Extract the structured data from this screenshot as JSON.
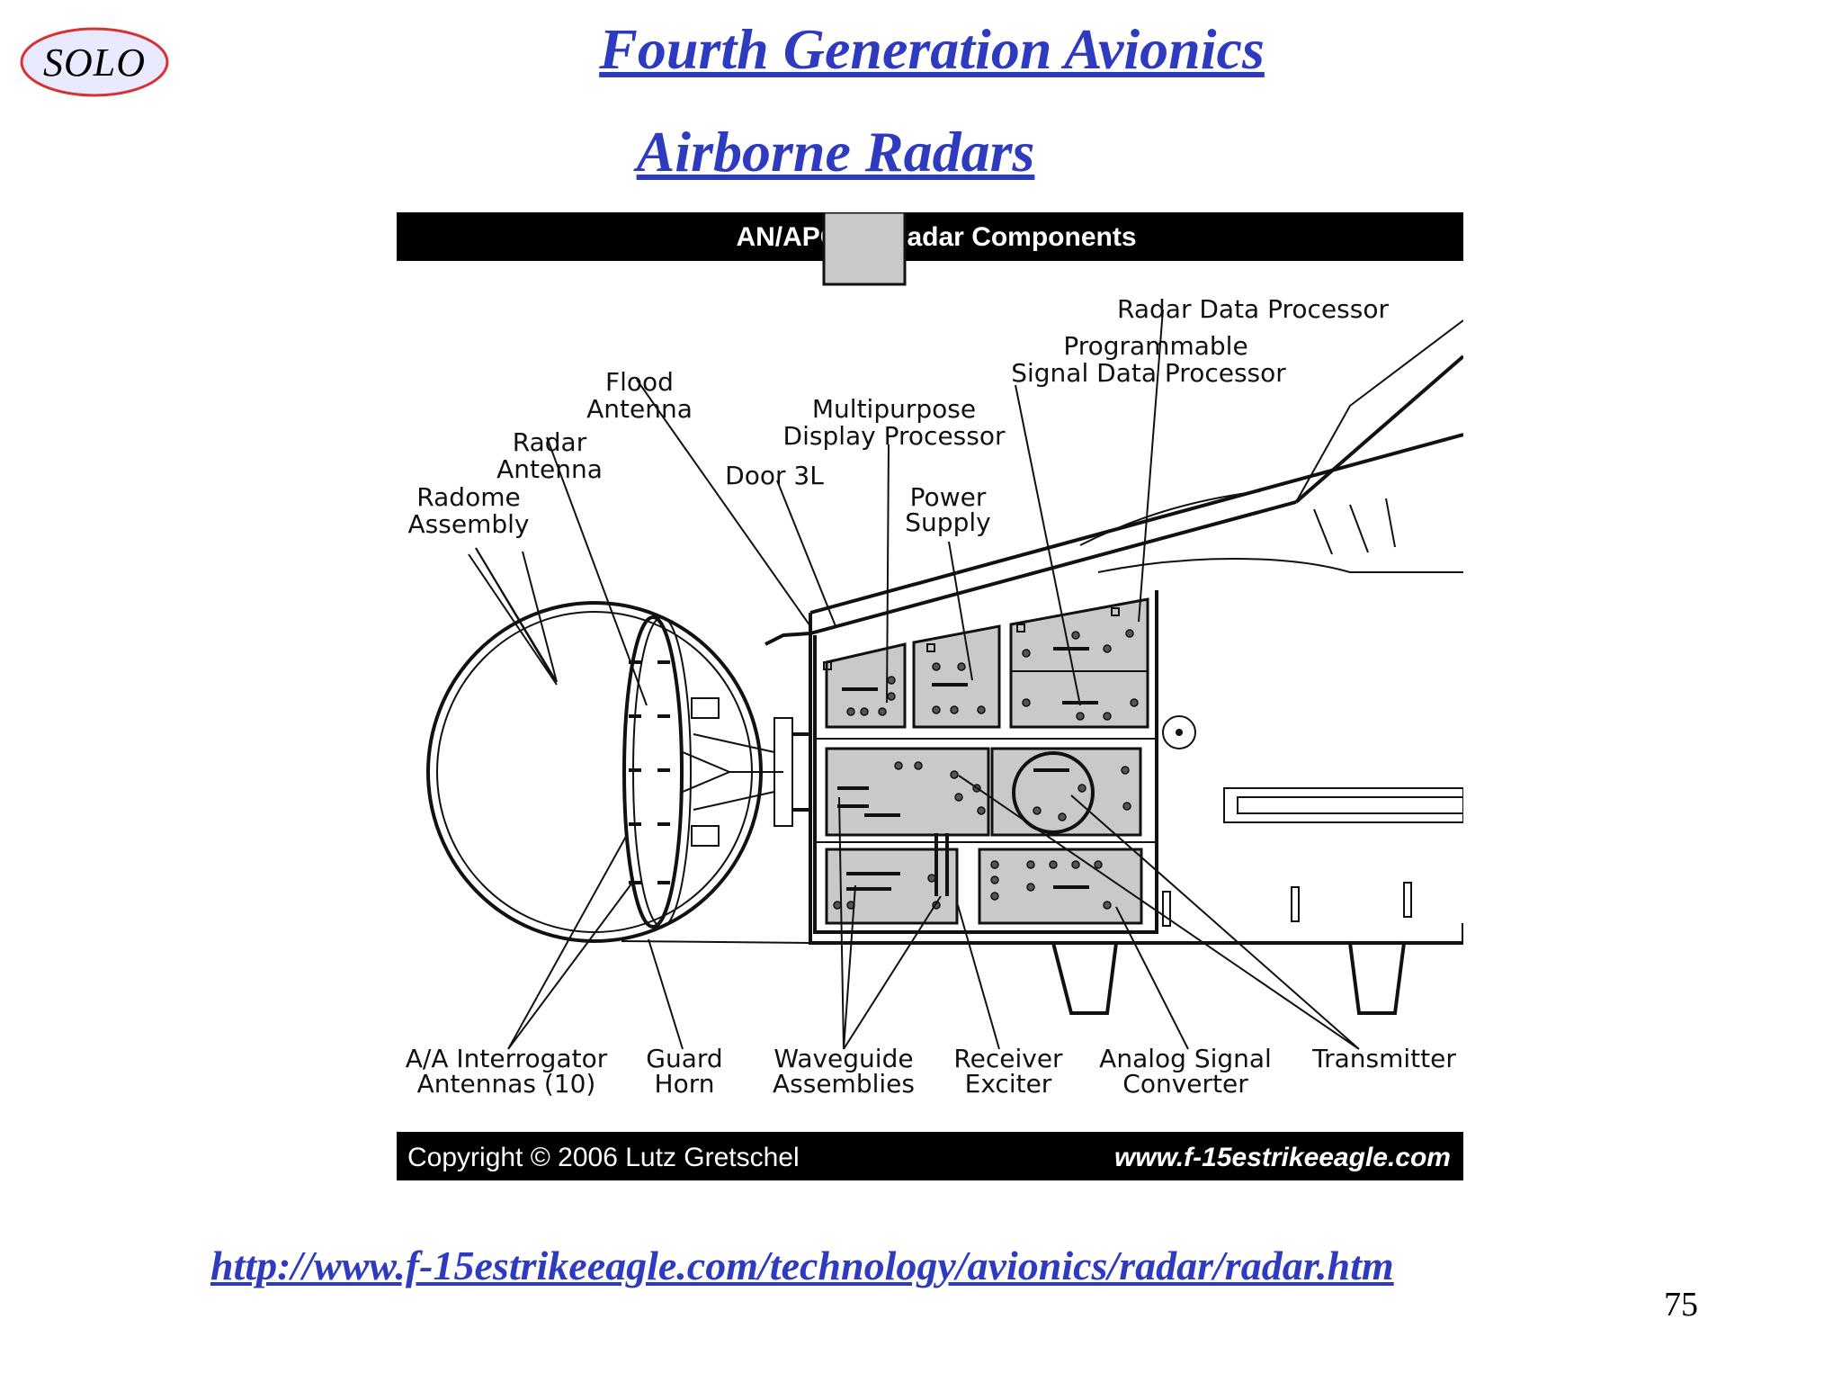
{
  "logo": {
    "text": "SOLO",
    "fill": "#e9e9ff",
    "border": "#d63333"
  },
  "titles": {
    "main": "Fourth Generation Avionics",
    "sub": "Airborne Radars"
  },
  "diagram": {
    "header": "AN/APG-70 Radar Components",
    "labels": {
      "radar_data_processor": "Radar Data Processor",
      "psdp_line1": "Programmable",
      "psdp_line2": "Signal Data Processor",
      "flood_line1": "Flood",
      "flood_line2": "Antenna",
      "mdp_line1": "Multipurpose",
      "mdp_line2": "Display Processor",
      "radar_antenna_line1": "Radar",
      "radar_antenna_line2": "Antenna",
      "door": "Door 3L",
      "power_line1": "Power",
      "power_line2": "Supply",
      "radome_line1": "Radome",
      "radome_line2": "Assembly",
      "aa_line1": "A/A Interrogator",
      "aa_line2": "Antennas (10)",
      "guard_line1": "Guard",
      "guard_line2": "Horn",
      "waveguide_line1": "Waveguide",
      "waveguide_line2": "Assemblies",
      "receiver_line1": "Receiver",
      "receiver_line2": "Exciter",
      "analog_line1": "Analog Signal",
      "analog_line2": "Converter",
      "transmitter": "Transmitter"
    },
    "copyright": "Copyright © 2006 Lutz Gretschel",
    "website": "www.f-15estrikeeagle.com"
  },
  "url": "http://www.f-15estrikeeagle.com/technology/avionics/radar/radar.htm",
  "page_number": "75",
  "colors": {
    "title": "#2e3bbf",
    "component_fill": "#c9c9c9"
  }
}
